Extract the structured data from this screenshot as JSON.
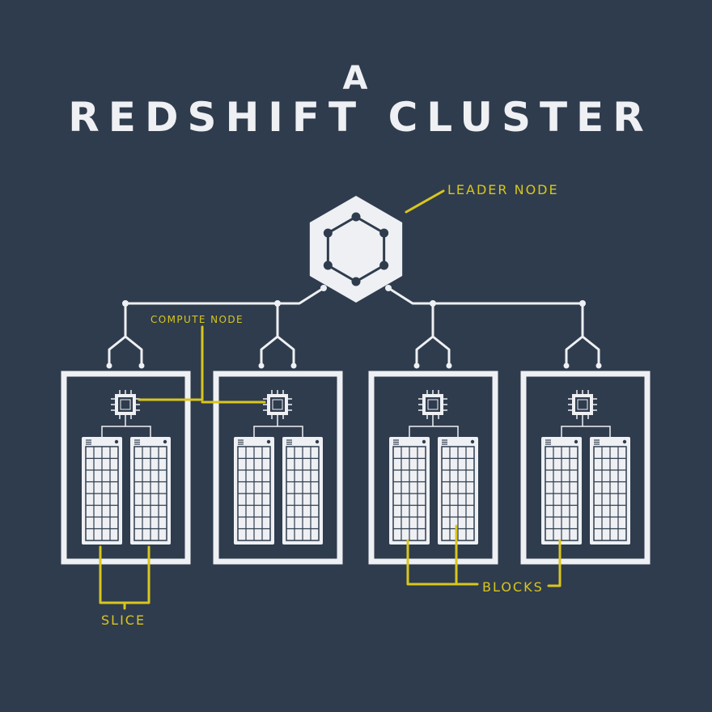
{
  "title": {
    "line1": "A",
    "line2": "REDSHIFT CLUSTER"
  },
  "labels": {
    "leader_node": "LEADER NODE",
    "compute_node": "COMPUTE NODE",
    "slice": "SLICE",
    "blocks": "BLOCKS"
  },
  "colors": {
    "background": "#2f3c4d",
    "foreground": "#eef0f4",
    "accent": "#d9c61e"
  },
  "diagram": {
    "compute_node_count": 4,
    "slices_per_node": 2,
    "grid_rows": 8,
    "grid_cols": 4
  }
}
